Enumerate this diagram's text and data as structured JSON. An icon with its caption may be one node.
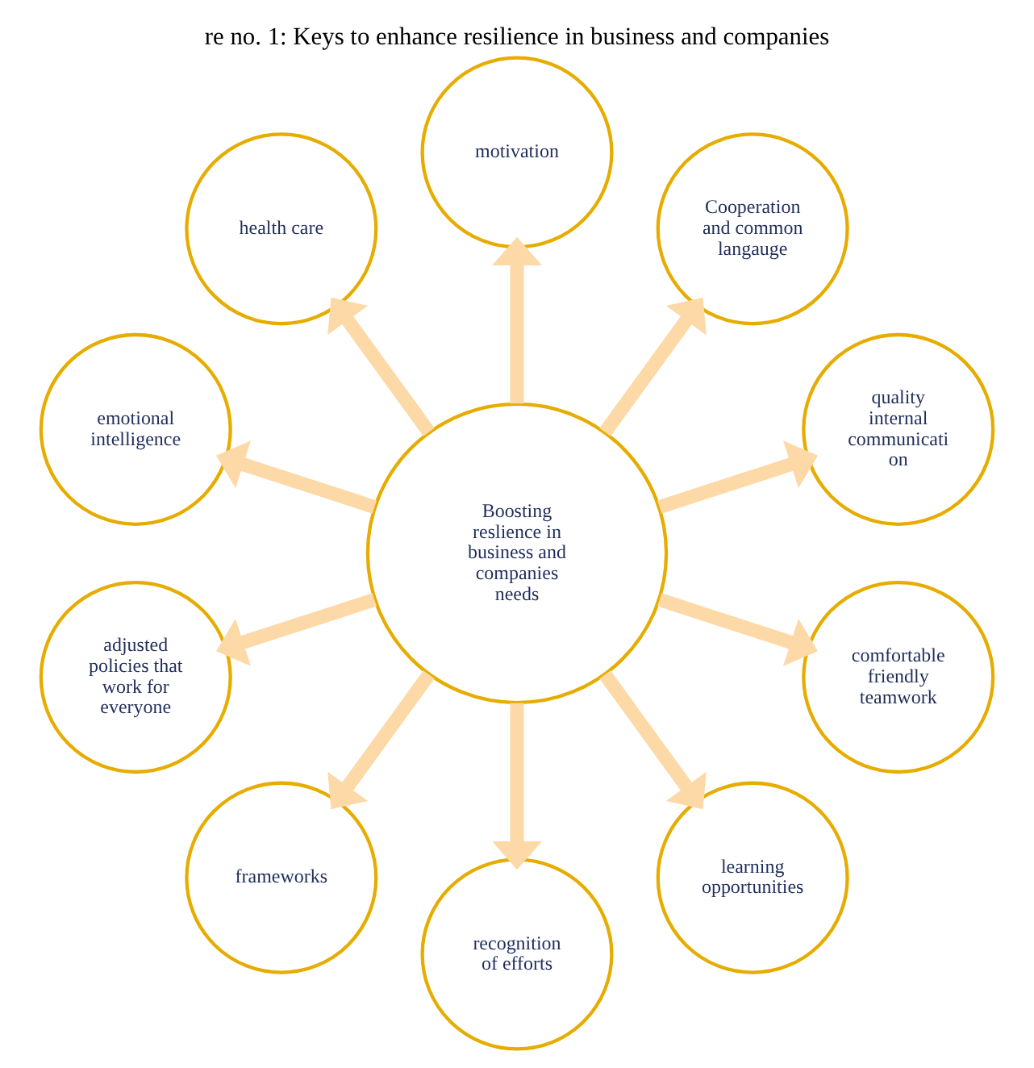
{
  "diagram": {
    "title": "re no. 1: Keys to enhance resilience in business and companies",
    "nodes": [
      {
        "text": [
          "Boosting reslience in business and companies needs"
        ]
      },
      {
        "text": [
          "quality internal communicati on"
        ]
      },
      {
        "text": [
          "Cooperation and common langauge"
        ]
      },
      {
        "text": [
          "motivation"
        ]
      },
      {
        "text": [
          "health care"
        ]
      },
      {
        "text": [
          "emotional intelligence"
        ]
      },
      {
        "text": [
          "adjusted policies that work for everyone"
        ]
      },
      {
        "text": [
          "frameworks"
        ]
      },
      {
        "text": [
          "recognition of efforts"
        ]
      },
      {
        "text": [
          "learning opportunities"
        ]
      },
      {
        "text": [
          "comfortable friendly teamwork"
        ]
      }
    ],
    "edges": [
      {
        "from": 0,
        "to": 1,
        "arrow": "to"
      },
      {
        "from": 0,
        "to": 2,
        "arrow": "to"
      },
      {
        "from": 0,
        "to": 3,
        "arrow": "to"
      },
      {
        "from": 0,
        "to": 4,
        "arrow": "to"
      },
      {
        "from": 0,
        "to": 5,
        "arrow": "to"
      },
      {
        "from": 0,
        "to": 6,
        "arrow": "to"
      },
      {
        "from": 0,
        "to": 7,
        "arrow": "to"
      },
      {
        "from": 0,
        "to": 8,
        "arrow": "to"
      },
      {
        "from": 0,
        "to": 9,
        "arrow": "to"
      },
      {
        "from": 0,
        "to": 10,
        "arrow": "to"
      }
    ]
  }
}
